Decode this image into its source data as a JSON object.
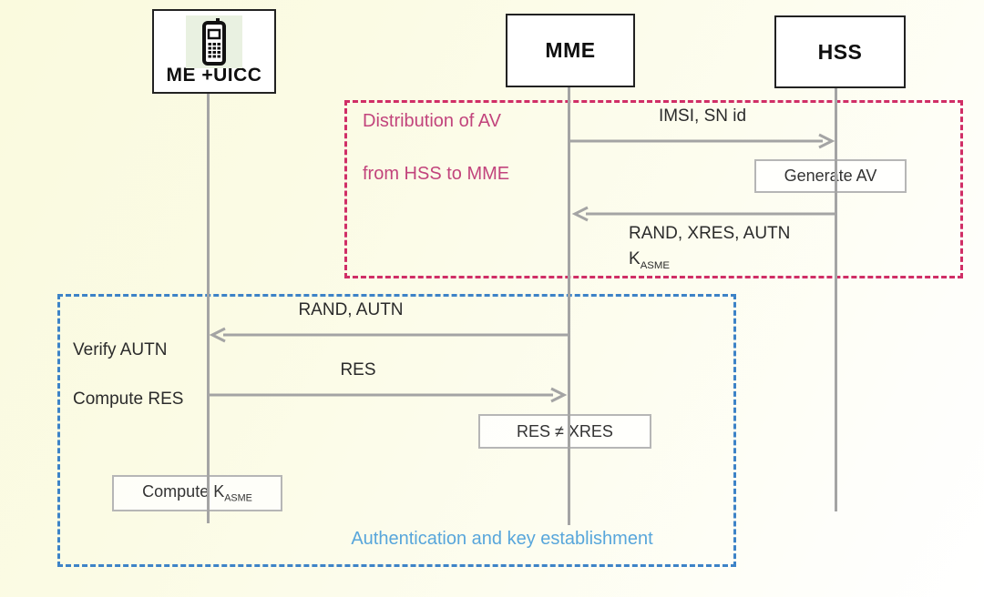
{
  "actors": {
    "me": "ME +UICC",
    "mme": "MME",
    "hss": "HSS"
  },
  "groups": {
    "pink_line1": "Distribution of AV",
    "pink_line2": "from HSS to MME",
    "blue_label": "Authentication and key establishment"
  },
  "messages": {
    "imsi_sn": "IMSI, SN id",
    "av_line1": "RAND, XRES, AUTN",
    "av_k_base": "K",
    "av_k_sub": "ASME",
    "rand_autn": "RAND, AUTN",
    "res": "RES"
  },
  "notes": {
    "generate_av": "Generate AV",
    "res_xres": "RES ≠ XRES",
    "compute_k_base": "Compute K",
    "compute_k_sub": "ASME"
  },
  "side_note": {
    "line1": "Verify AUTN",
    "line2": "Compute RES"
  },
  "colors": {
    "pink_border": "#d02e66",
    "pink_text": "#c2447c",
    "blue_border": "#3d83c7",
    "blue_text": "#58a6db",
    "line_gray": "#a4a4a4",
    "highlight_green": "#e9f1e1"
  }
}
